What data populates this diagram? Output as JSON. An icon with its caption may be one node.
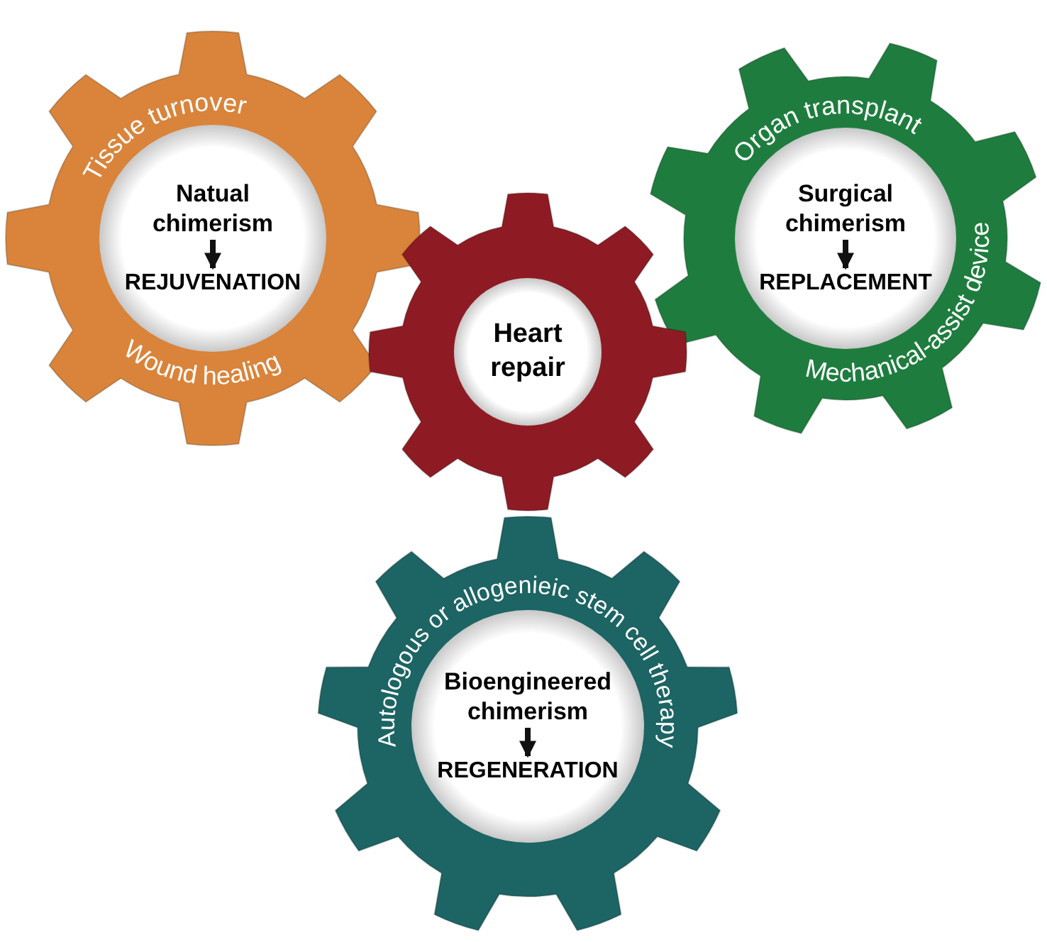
{
  "diagram": {
    "nodes": [
      {
        "text": [
          "Tissue turnover",
          "Wound healing"
        ]
      },
      {
        "text": [
          "Natual chimerism"
        ],
        "in": 0
      },
      {
        "text": [
          "REJUVENATION"
        ],
        "in": 0
      },
      {
        "text": [
          "Organ transplant",
          "Mechanical-assist device"
        ]
      },
      {
        "text": [
          "Surgical chimerism"
        ],
        "in": 3
      },
      {
        "text": [
          "REPLACEMENT"
        ],
        "in": 3
      },
      {
        "text": [
          "Heart repair"
        ]
      },
      {
        "text": [
          "Autologous or allogenieic stem cell therapy"
        ]
      },
      {
        "text": [
          "Bioengineered chimerism"
        ],
        "in": 7
      },
      {
        "text": [
          "REGENERATION"
        ],
        "in": 7
      }
    ],
    "edges": [
      {
        "from": 1,
        "to": 2,
        "arrow": "to"
      },
      {
        "from": 4,
        "to": 5,
        "arrow": "to"
      },
      {
        "from": 8,
        "to": 9,
        "arrow": "to"
      }
    ]
  }
}
